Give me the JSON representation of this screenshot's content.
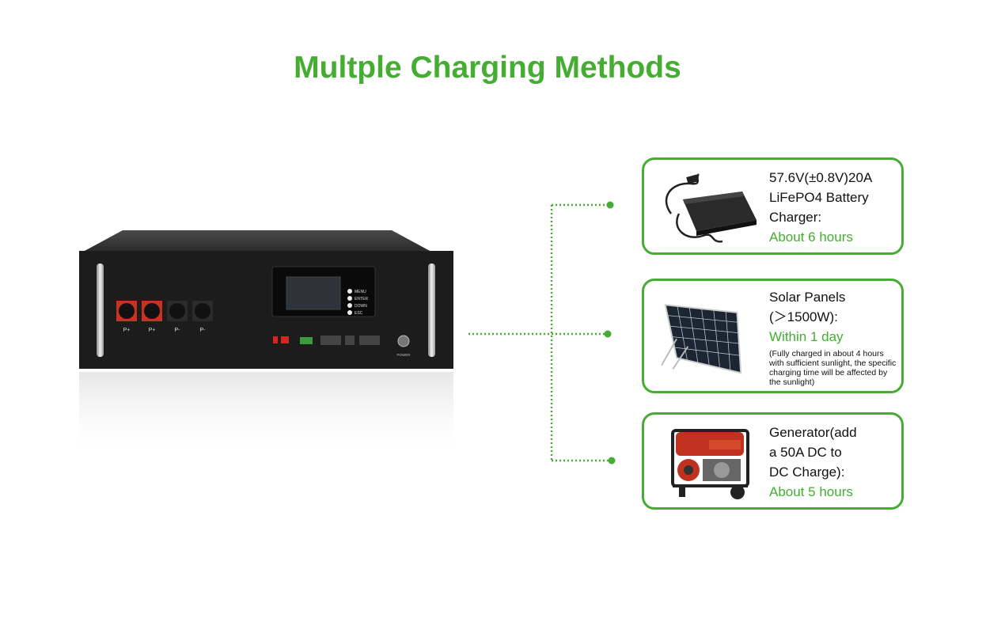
{
  "title": "Multple Charging Methods",
  "battery": {
    "port_labels": [
      "P+",
      "P+",
      "P-",
      "P-"
    ],
    "menu_buttons": [
      "MENU",
      "ENTER",
      "DOWN",
      "ESC"
    ],
    "power_label": "POWER"
  },
  "methods": [
    {
      "lines": [
        "57.6V(±0.8V)20A",
        "LiFePO4 Battery",
        "Charger:"
      ],
      "time": "About 6 hours",
      "image": "battery-charger"
    },
    {
      "lines": [
        "Solar Panels",
        "(＞1500W):"
      ],
      "time": "Within 1 day",
      "note": "(Fully charged in about 4 hours with sufficient sunlight, the specific charging time will be affected by the sunlight)",
      "image": "solar-panel"
    },
    {
      "lines": [
        "Generator(add",
        "a 50A DC to",
        "DC Charge):"
      ],
      "time": "About 5 hours",
      "image": "generator"
    }
  ],
  "colors": {
    "accent": "#44ad32",
    "battery": "#1c1c1c"
  }
}
